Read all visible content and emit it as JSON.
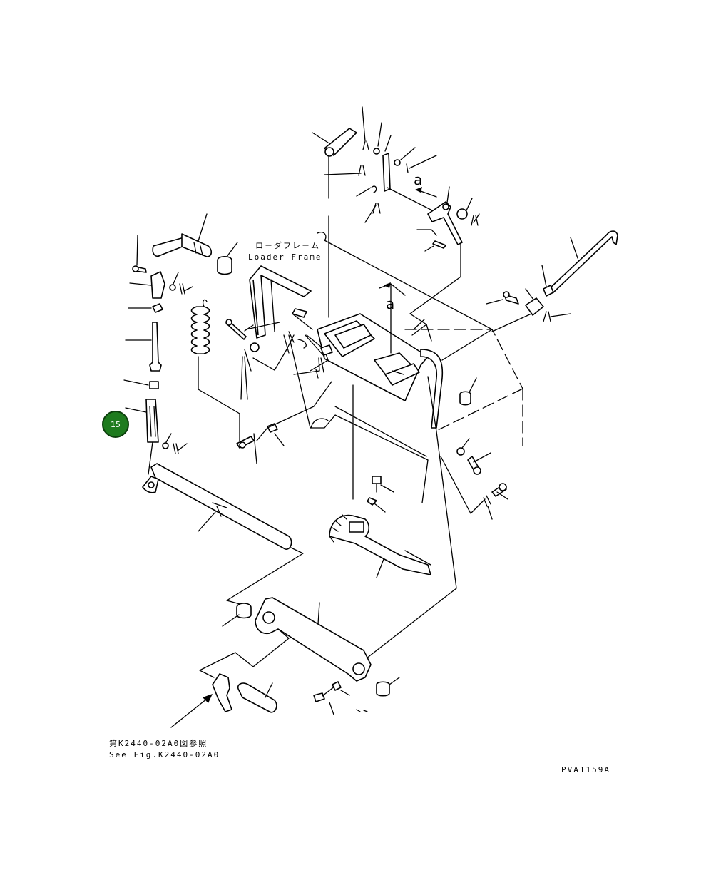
{
  "labels": {
    "loader_frame_jp": "ロ－ダフレ－ム",
    "loader_frame_en": "Loader Frame",
    "view_a_top": "a",
    "view_a_mid": "a",
    "see_fig_jp": "第K2440-02A0図参照",
    "see_fig_en": "See Fig.K2440-02A0",
    "drawing_code": "PVA1159A"
  },
  "callout": {
    "number": "15",
    "color": "#1e7b1e"
  }
}
